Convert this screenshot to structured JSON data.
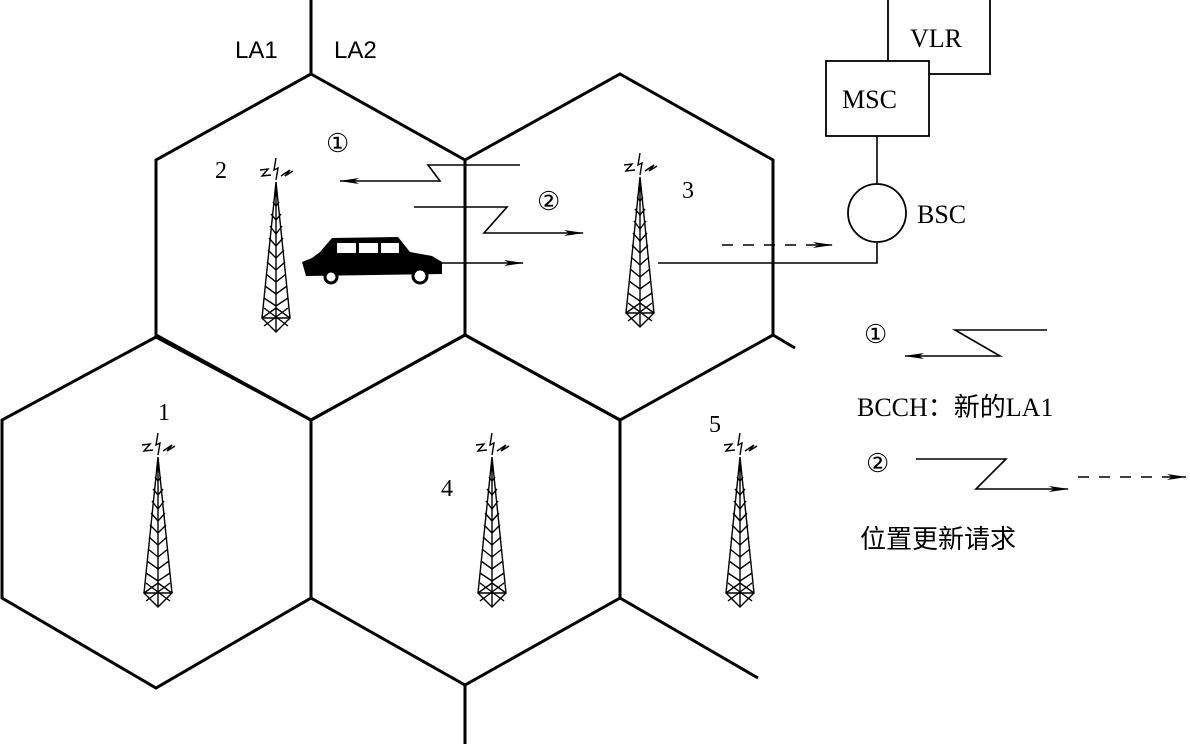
{
  "diagram": {
    "type": "cellular location-area update diagram",
    "location_areas": {
      "left": "LA1",
      "right": "LA2"
    },
    "cells": [
      {
        "id": "1",
        "label": "1",
        "location_area": "LA1"
      },
      {
        "id": "2",
        "label": "2",
        "location_area": "LA1"
      },
      {
        "id": "3",
        "label": "3",
        "location_area": "LA2"
      },
      {
        "id": "4",
        "label": "4",
        "location_area": "LA1"
      },
      {
        "id": "5",
        "label": "5",
        "location_area": "LA2"
      }
    ],
    "network_nodes": {
      "vlr": "VLR",
      "msc": "MSC",
      "bsc": "BSC"
    },
    "signals": {
      "step1_marker": "①",
      "step2_marker": "②"
    },
    "vehicle": "car moving from cell 2 toward cell 3"
  },
  "legend": {
    "item1": {
      "marker": "①",
      "description": "BCCH：新的LA1"
    },
    "item2": {
      "marker": "②",
      "description": "位置更新请求"
    }
  }
}
